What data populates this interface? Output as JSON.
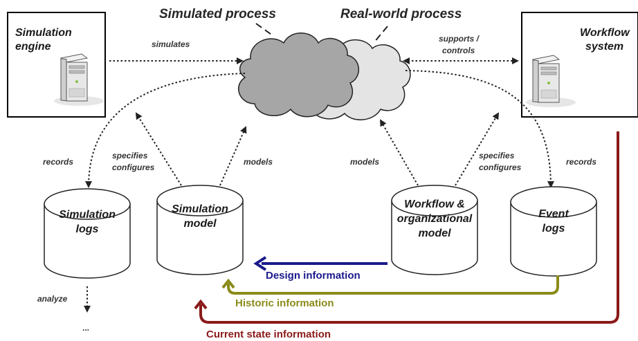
{
  "process": {
    "simulated_label": "Simulated process",
    "real_label": "Real-world process"
  },
  "systems": {
    "simulation_engine": [
      "Simulation",
      "engine"
    ],
    "workflow_system": [
      "Workflow",
      "system"
    ]
  },
  "edges": {
    "simulates": "simulates",
    "supports": [
      "supports /",
      "controls"
    ],
    "records_left": "records",
    "records_right": "records",
    "specifies_left": [
      "specifies",
      "configures"
    ],
    "specifies_right": [
      "specifies",
      "configures"
    ],
    "models_left": "models",
    "models_right": "models",
    "analyze": "analyze",
    "ellipsis": "..."
  },
  "stores": {
    "simulation_logs": [
      "Simulation",
      "logs"
    ],
    "simulation_model": [
      "Simulation",
      "model"
    ],
    "workflow_model": [
      "Workflow &",
      "organizational",
      "model"
    ],
    "event_logs": [
      "Event",
      "logs"
    ]
  },
  "flows": {
    "design": {
      "label": "Design information",
      "color": "#1a1a8c"
    },
    "historic": {
      "label": "Historic information",
      "color": "#8a8a1a"
    },
    "current": {
      "label": "Current state information",
      "color": "#8b1a1a"
    }
  },
  "colors": {
    "cloud_front": "#a6a6a6",
    "cloud_back": "#e4e4e4",
    "server": "#d9d9d9"
  },
  "icons": {
    "server": "server-tower-icon",
    "cloud": "cloud-icon",
    "database": "cylinder-database-icon"
  }
}
